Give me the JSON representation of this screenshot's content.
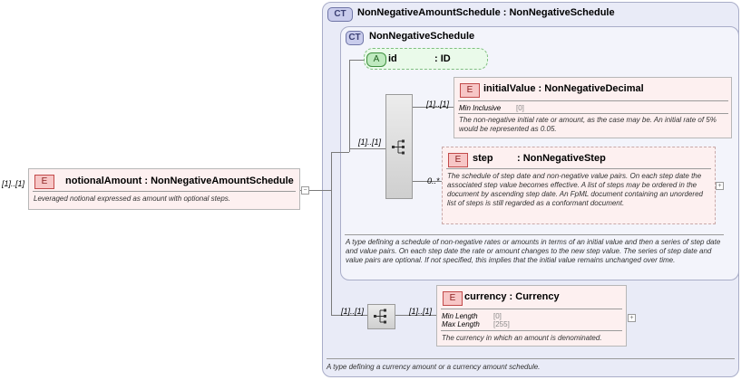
{
  "outer_type": {
    "badge": "CT",
    "title": "NonNegativeAmountSchedule : NonNegativeSchedule",
    "description": "A type defining a currency amount or a currency amount schedule."
  },
  "inner_type": {
    "badge": "CT",
    "title": "NonNegativeSchedule",
    "description": "A type defining a schedule of non-negative rates or amounts in terms of an initial value and then a series of step date and value pairs. On each step date the rate or amount changes to the new step value. The series of step date and value pairs are optional. If not specified, this implies that the initial value remains unchanged over time."
  },
  "root_element": {
    "badge": "E",
    "cardinality": "[1]..[1]",
    "name": "notionalAmount",
    "type": ": NonNegativeAmountSchedule",
    "description": "Leveraged notional expressed as amount with optional steps."
  },
  "attribute_id": {
    "badge": "A",
    "name": "id",
    "type": ": ID"
  },
  "sequence_1": {
    "cardinality": "[1]..[1]"
  },
  "sequence_2": {
    "cardinality": "[1]..[1]"
  },
  "initial_value": {
    "badge": "E",
    "cardinality": "[1]..[1]",
    "name": "initialValue",
    "type": ": NonNegativeDecimal",
    "facet_label": "Min Inclusive",
    "facet_value": "[0]",
    "description": "The non-negative initial rate or amount, as the case may be. An initial rate of 5% would be represented as 0.05."
  },
  "step": {
    "badge": "E",
    "cardinality": "0..*",
    "name": "step",
    "type": ": NonNegativeStep",
    "description": "The schedule of step date and non-negative value pairs. On each step date the associated step value becomes effective. A list of steps may be ordered in the document by ascending step date. An FpML document containing an unordered list of steps is still regarded as a conformant document."
  },
  "currency": {
    "badge": "E",
    "cardinality": "[1]..[1]",
    "name": "currency",
    "type": ": Currency",
    "facet1_label": "Min Length",
    "facet1_value": "[0]",
    "facet2_label": "Max Length",
    "facet2_value": "[255]",
    "description": "The currency in which an amount is denominated."
  },
  "plus_symbol": "+",
  "minus_symbol": "−"
}
